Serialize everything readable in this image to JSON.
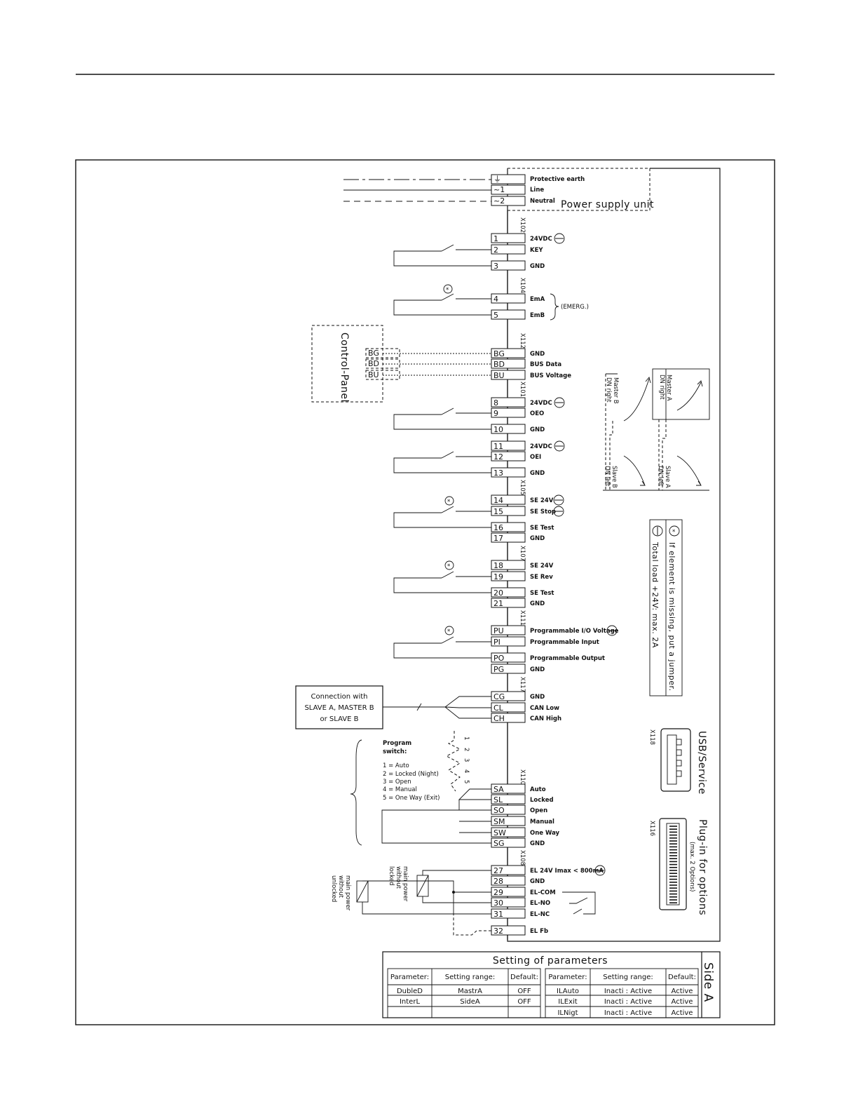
{
  "power": {
    "pins": [
      "⏚",
      "~1",
      "~2"
    ],
    "labels": [
      "Protective earth",
      "Line",
      "Neutral"
    ],
    "unit_label": "Power supply unit"
  },
  "connectors": {
    "x102": "X102",
    "x104": "X104",
    "x112": "X112",
    "x101": "X101",
    "x105": "X105",
    "x107": "X107",
    "x111": "X111",
    "x117": "X117",
    "x110": "X110",
    "x108": "X108",
    "x118": "X118",
    "x116": "X116"
  },
  "terminals": {
    "p1": "1",
    "l1": "24VDC",
    "p2": "2",
    "l2": "KEY",
    "p3": "3",
    "l3": "GND",
    "p4": "4",
    "l4": "EmA",
    "p5": "5",
    "l5": "EmB",
    "emerg": "(EMERG.)",
    "pBG": "BG",
    "lBG": "GND",
    "pBD": "BD",
    "lBD": "BUS Data",
    "pBU": "BU",
    "lBU": "BUS Voltage",
    "p8": "8",
    "l8": "24VDC",
    "p9": "9",
    "l9": "OEO",
    "p10": "10",
    "l10": "GND",
    "p11": "11",
    "l11": "24VDC",
    "p12": "12",
    "l12": "OEI",
    "p13": "13",
    "l13": "GND",
    "p14": "14",
    "l14": "SE 24V",
    "p15": "15",
    "l15": "SE Stop",
    "p16": "16",
    "l16": "SE Test",
    "p17": "17",
    "l17": "GND",
    "p18": "18",
    "l18": "SE 24V",
    "p19": "19",
    "l19": "SE Rev",
    "p20": "20",
    "l20": "SE Test",
    "p21": "21",
    "l21": "GND",
    "pPU": "PU",
    "lPU": "Programmable I/O Voltage",
    "pPI": "PI",
    "lPI": "Programmable Input",
    "pPO": "PO",
    "lPO": "Programmable Output",
    "pPG": "PG",
    "lPG": "GND",
    "pCG": "CG",
    "lCG": "GND",
    "pCL": "CL",
    "lCL": "CAN Low",
    "pCH": "CH",
    "lCH": "CAN High",
    "pSA": "SA",
    "lSA": "Auto",
    "pSL": "SL",
    "lSL": "Locked",
    "pSO": "SO",
    "lSO": "Open",
    "pSM": "SM",
    "lSM": "Manual",
    "pSW": "SW",
    "lSW": "One Way",
    "pSG": "SG",
    "lSG": "GND",
    "p27": "27",
    "l27": "EL 24V   Imax < 800mA",
    "p28": "28",
    "l28": "GND",
    "p29": "29",
    "l29": "EL-COM",
    "p30": "30",
    "l30": "EL-NO",
    "p31": "31",
    "l31": "EL-NC",
    "p32": "32",
    "l32": "EL Fb"
  },
  "control_panel": {
    "title": "Control-Panel",
    "pins": [
      "BG",
      "BD",
      "BU"
    ]
  },
  "connection_box": [
    "Connection with",
    "SLAVE A, MASTER B",
    "or SLAVE B"
  ],
  "program_switch": {
    "title": [
      "Program",
      "switch:"
    ],
    "options": [
      "1 = Auto",
      "2 = Locked (Night)",
      "3 = Open",
      "4 = Manual",
      "5 = One Way (Exit)"
    ],
    "positions": [
      "1",
      "2",
      "3",
      "4",
      "5"
    ]
  },
  "lock_labels": {
    "unlocked": [
      "unlocked",
      "without",
      "main power"
    ],
    "locked": [
      "locked",
      "without",
      "main power"
    ]
  },
  "legend": {
    "star_note": "If element is missing, put a jumper.",
    "circle_note": "Total load +24V: max. 2A"
  },
  "door_diagram": {
    "master_a": "Master A",
    "dn_right_a": "DN right",
    "master_b": "Master B",
    "dn_right_b": "DN right",
    "slave_a": "Slave A",
    "dn_left_a": "DN left",
    "slave_b": "Slave B",
    "dn_left_b": "DN left"
  },
  "usb": {
    "label": "USB/Service"
  },
  "plugin": {
    "label": "Plug-in for options",
    "sub": "(max. 2 Options)"
  },
  "parameters": {
    "title": "Setting of parameters",
    "side": "Side A",
    "left_headers": [
      "Parameter:",
      "Setting range:",
      "Default:"
    ],
    "left_rows": [
      [
        "DubleD",
        "MastrA",
        "OFF"
      ],
      [
        "InterL",
        "SideA",
        "OFF"
      ],
      [
        "",
        "",
        ""
      ]
    ],
    "right_headers": [
      "Parameter:",
      "Setting range:",
      "Default:"
    ],
    "right_rows": [
      [
        "ILAuto",
        "Inacti  :  Active",
        "Active"
      ],
      [
        "ILExit",
        "Inacti  :  Active",
        "Active"
      ],
      [
        "ILNigt",
        "Inacti  :  Active",
        "Active"
      ]
    ]
  }
}
